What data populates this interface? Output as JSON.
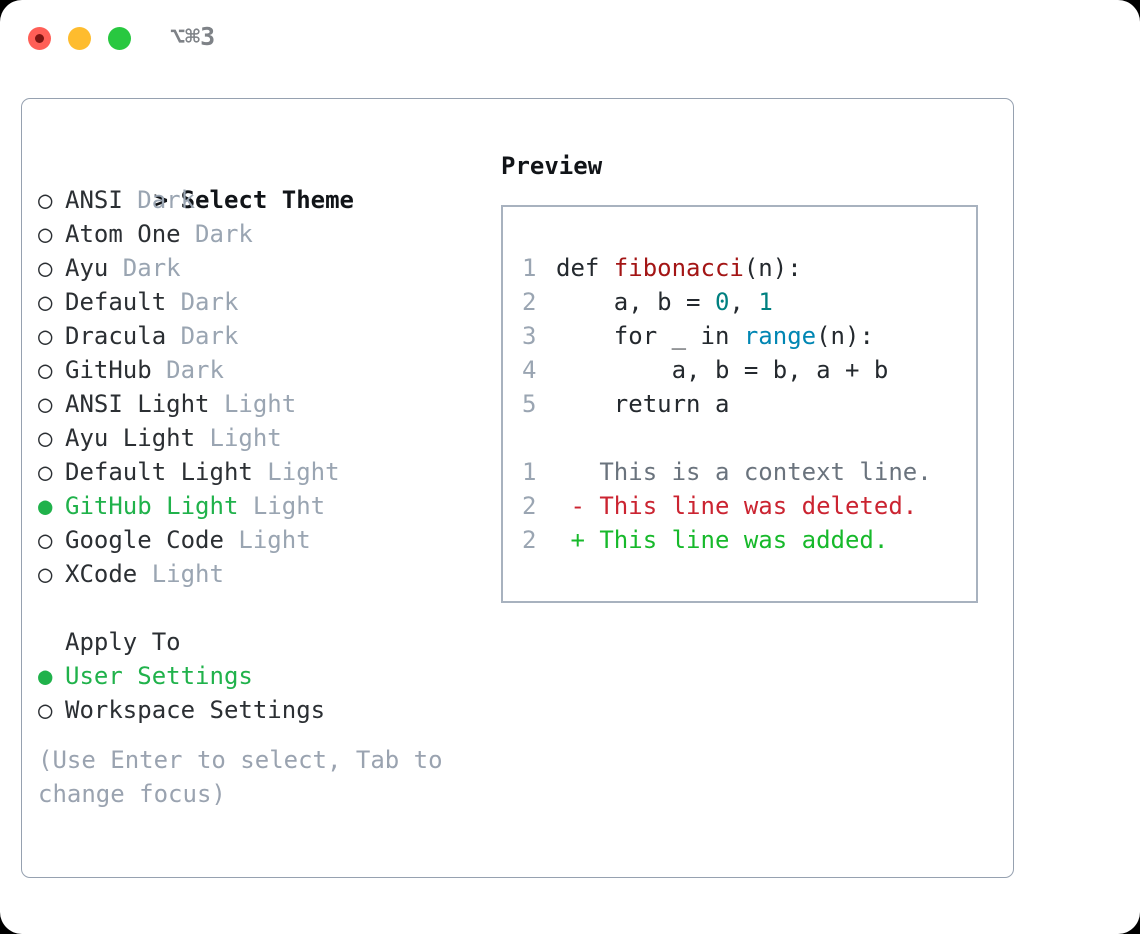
{
  "window": {
    "traffic_lights": [
      {
        "name": "close",
        "color": "#ff5f57"
      },
      {
        "name": "minimize",
        "color": "#febc2e"
      },
      {
        "name": "maximize",
        "color": "#28c840"
      }
    ],
    "shortcut": "⌥⌘3"
  },
  "theme_picker": {
    "header": {
      "marker": ">",
      "label": "Select Theme"
    },
    "markers": {
      "unselected": "○",
      "selected": "●"
    },
    "items": [
      {
        "name": "ANSI",
        "badge": "Dark",
        "selected": false
      },
      {
        "name": "Atom One",
        "badge": "Dark",
        "selected": false
      },
      {
        "name": "Ayu",
        "badge": "Dark",
        "selected": false
      },
      {
        "name": "Default",
        "badge": "Dark",
        "selected": false
      },
      {
        "name": "Dracula",
        "badge": "Dark",
        "selected": false
      },
      {
        "name": "GitHub",
        "badge": "Dark",
        "selected": false
      },
      {
        "name": "ANSI Light",
        "badge": "Light",
        "selected": false
      },
      {
        "name": "Ayu Light",
        "badge": "Light",
        "selected": false
      },
      {
        "name": "Default Light",
        "badge": "Light",
        "selected": false
      },
      {
        "name": "GitHub Light",
        "badge": "Light",
        "selected": true
      },
      {
        "name": "Google Code",
        "badge": "Light",
        "selected": false
      },
      {
        "name": "XCode",
        "badge": "Light",
        "selected": false
      }
    ]
  },
  "apply_to": {
    "title": "Apply To",
    "options": [
      {
        "name": "User Settings",
        "selected": true
      },
      {
        "name": "Workspace Settings",
        "selected": false
      }
    ]
  },
  "hint": "(Use Enter to select, Tab to change focus)",
  "preview": {
    "title": "Preview",
    "code_lines": [
      {
        "no": "1",
        "segments": [
          {
            "t": "def ",
            "k": "plain"
          },
          {
            "t": "fibonacci",
            "k": "func"
          },
          {
            "t": "(n):",
            "k": "plain"
          }
        ]
      },
      {
        "no": "2",
        "segments": [
          {
            "t": "    a, b = ",
            "k": "plain"
          },
          {
            "t": "0",
            "k": "num"
          },
          {
            "t": ", ",
            "k": "plain"
          },
          {
            "t": "1",
            "k": "num"
          }
        ]
      },
      {
        "no": "3",
        "segments": [
          {
            "t": "    for _ in ",
            "k": "plain"
          },
          {
            "t": "range",
            "k": "builtin"
          },
          {
            "t": "(n):",
            "k": "plain"
          }
        ]
      },
      {
        "no": "4",
        "segments": [
          {
            "t": "        a, b = b, a + b",
            "k": "plain"
          }
        ]
      },
      {
        "no": "5",
        "segments": [
          {
            "t": "    return a",
            "k": "plain"
          }
        ]
      }
    ],
    "diff_lines": [
      {
        "no": "1",
        "sign": " ",
        "text": "This is a context line.",
        "kind": "ctx"
      },
      {
        "no": "2",
        "sign": "-",
        "text": "This line was deleted.",
        "kind": "del"
      },
      {
        "no": "2",
        "sign": "+",
        "text": "This line was added.",
        "kind": "add"
      }
    ]
  },
  "colors": {
    "selected_green": "#20b24b",
    "badge_gray": "#9aa5b2",
    "hint_gray": "#9aa3b0",
    "panel_border": "#96a1b0",
    "preview_border": "#a8b2bf",
    "code_func": "#a31515",
    "code_num": "#008080",
    "code_builtin": "#0086b3",
    "diff_ctx": "#6a737d",
    "diff_del": "#cb2431",
    "diff_add": "#17b92b"
  }
}
